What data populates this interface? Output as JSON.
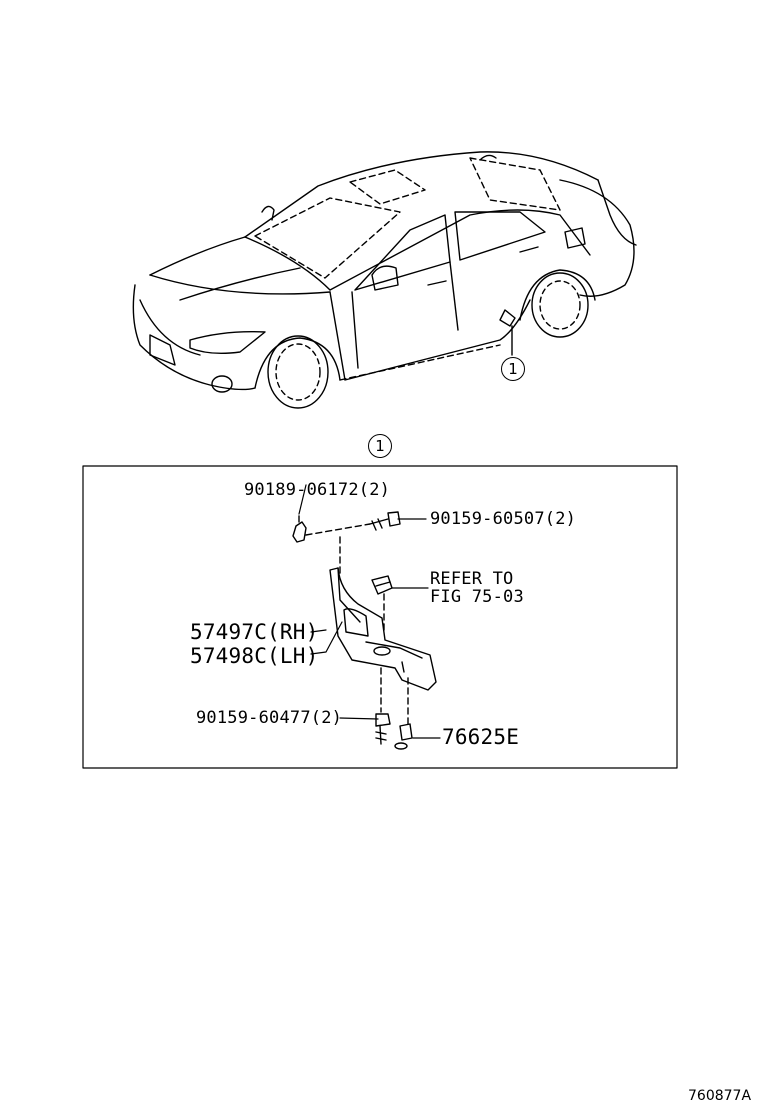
{
  "callout_number": "1",
  "parts": {
    "p1": "90189-06172(2)",
    "p2": "90159-60507(2)",
    "refer_line1": "REFER TO",
    "refer_line2": "FIG 75-03",
    "p3_rh": "57497C(RH)",
    "p3_lh": "57498C(LH)",
    "p4": "90159-60477(2)",
    "p5": "76625E"
  },
  "figure_number": "760877A"
}
